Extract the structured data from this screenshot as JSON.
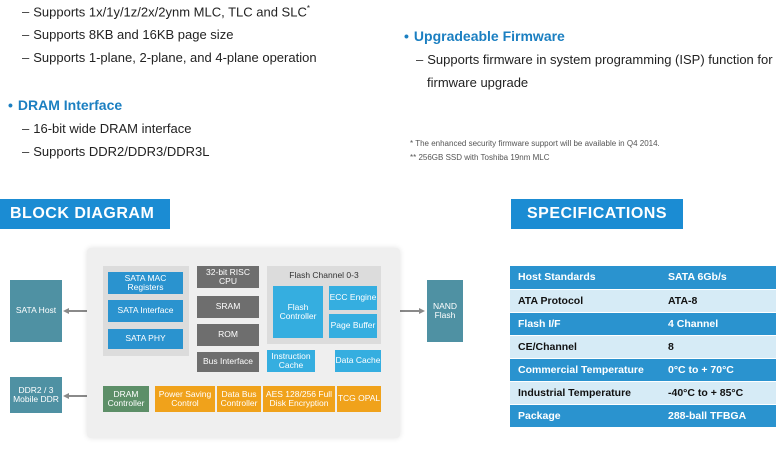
{
  "features_left": {
    "flash_lines": [
      "Supports 1x/1y/1z/2x/2ynm MLC, TLC and SLC",
      "Supports 8KB and 16KB page size",
      "Supports 1-plane, 2-plane, and 4-plane operation"
    ],
    "flash_line0_mark": "*",
    "dram_heading": "DRAM Interface",
    "dram_lines": [
      "16-bit wide DRAM interface",
      "Supports DDR2/DDR3/DDR3L"
    ]
  },
  "features_right": {
    "firmware_heading": "Upgradeable Firmware",
    "firmware_line1": "Supports firmware in system programming (ISP) function for",
    "firmware_line2": "firmware upgrade",
    "note1": "* The enhanced security firmware support will be available in Q4 2014.",
    "note2": "** 256GB SSD with Toshiba 19nm MLC"
  },
  "block_diagram": {
    "title": "BLOCK DIAGRAM",
    "sata_host": "SATA Host",
    "ddr": "DDR2 / 3 Mobile DDR",
    "sata_mac": "SATA MAC Registers",
    "sata_interface": "SATA Interface",
    "sata_phy": "SATA PHY",
    "cpu": "32-bit RISC CPU",
    "sram": "SRAM",
    "rom": "ROM",
    "bus_interface": "Bus Interface",
    "flash_channel": "Flash Channel 0-3",
    "flash_controller": "Flash Controller",
    "ecc_engine": "ECC Engine",
    "page_buffer": "Page Buffer",
    "instruction_cache": "Instruction Cache",
    "data_cache": "Data Cache",
    "nand_flash": "NAND Flash",
    "dram_controller": "DRAM Controller",
    "power_saving": "Power Saving Control",
    "data_bus": "Data Bus Controller",
    "aes": "AES 128/256 Full Disk Encryption",
    "tcg": "TCG OPAL"
  },
  "specifications": {
    "title": "SPECIFICATIONS",
    "rows": [
      {
        "key": "Host Standards",
        "value": "SATA 6Gb/s"
      },
      {
        "key": "ATA Protocol",
        "value": "ATA-8"
      },
      {
        "key": "Flash I/F",
        "value": "4 Channel"
      },
      {
        "key": "CE/Channel",
        "value": "8"
      },
      {
        "key": "Commercial Temperature",
        "value": "0°C to + 70°C"
      },
      {
        "key": "Industrial Temperature",
        "value": "-40°C to + 85°C"
      },
      {
        "key": "Package",
        "value": "288-ball TFBGA"
      }
    ]
  },
  "colors": {
    "accent": "#1b8cd3",
    "heading": "#1b7fc1",
    "table_dark": "#2a93cf",
    "table_light": "#d6ebf6"
  }
}
